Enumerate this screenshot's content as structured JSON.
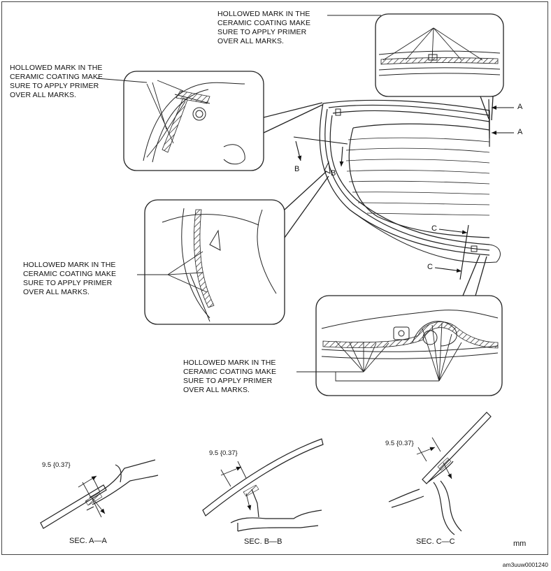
{
  "notes": {
    "top_right": [
      "HOLLOWED MARK IN THE",
      "CERAMIC COATING MAKE",
      "SURE TO APPLY PRIMER",
      "OVER ALL MARKS."
    ],
    "top_left": [
      "HOLLOWED MARK IN THE",
      "CERAMIC COATING MAKE",
      "SURE TO APPLY PRIMER",
      "OVER ALL MARKS."
    ],
    "middle_left": [
      "HOLLOWED MARK IN THE",
      "CERAMIC COATING MAKE",
      "SURE TO APPLY PRIMER",
      "OVER ALL MARKS."
    ],
    "bottom": [
      "HOLLOWED MARK IN THE",
      "CERAMIC COATING MAKE",
      "SURE TO APPLY PRIMER",
      "OVER ALL MARKS."
    ]
  },
  "section_markers": {
    "a_upper": "A",
    "a_lower": "A",
    "b_left": "B",
    "b_right": "B",
    "c_upper": "C",
    "c_lower": "C"
  },
  "sections": {
    "aa": {
      "title": "SEC. A—A",
      "dimension": "9.5 {0.37}"
    },
    "bb": {
      "title": "SEC. B—B",
      "dimension": "9.5 {0.37}"
    },
    "cc": {
      "title": "SEC. C—C",
      "dimension": "9.5 {0.37}"
    }
  },
  "unit": "mm",
  "figure_code": "am3uuw0001240"
}
